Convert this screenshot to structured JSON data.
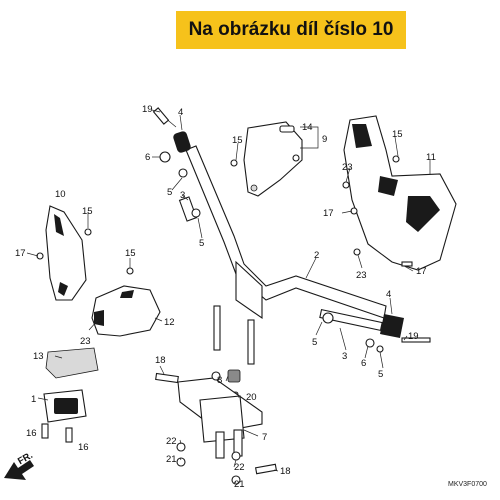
{
  "banner": {
    "text": "Na obrázku díl číslo 10",
    "color": "#f6c21b"
  },
  "diagram_code": "MKV3F0700",
  "direction_label": "FR.",
  "callouts": {
    "c19a": "19",
    "c4a": "4",
    "c6a": "6",
    "c15a": "15",
    "c14": "14",
    "c9": "9",
    "c15b": "15",
    "c23a": "23",
    "c11": "11",
    "c5a": "5",
    "c3a": "3",
    "c5b": "5",
    "c17a": "17",
    "c10": "10",
    "c15c": "15",
    "c17b": "17",
    "c15d": "15",
    "c23b": "23",
    "c17c": "17",
    "c2": "2",
    "c4b": "4",
    "c12": "12",
    "c23c": "23",
    "c5c": "5",
    "c3b": "3",
    "c6b": "6",
    "c5d": "5",
    "c19b": "19",
    "c13": "13",
    "c18a": "18",
    "c8": "8",
    "c20": "20",
    "c1": "1",
    "c7": "7",
    "c16a": "16",
    "c16b": "16",
    "c22a": "22",
    "c21a": "21",
    "c22b": "22",
    "c21b": "21",
    "c18b": "18"
  }
}
